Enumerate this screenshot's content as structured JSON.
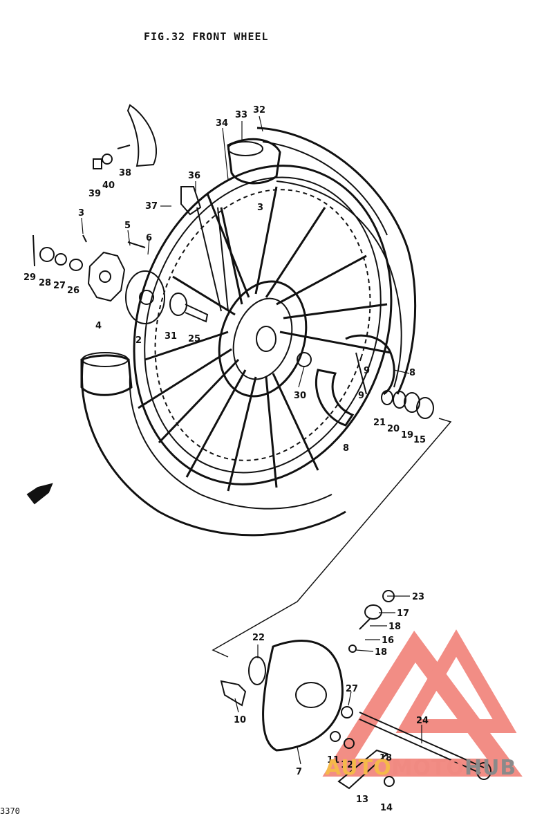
{
  "title": "FIG.32  FRONT WHEEL",
  "corner_code": "3370",
  "watermark": {
    "part1": "AUTO",
    "part2": "MOTO",
    "part3": "HUB"
  },
  "colors": {
    "line": "#111111",
    "watermark_red": "#f07a70",
    "watermark_yellow": "#f5b94a",
    "watermark_gray": "#8a8a8a"
  },
  "callouts": [
    {
      "id": "c34",
      "label": "34"
    },
    {
      "id": "c33",
      "label": "33"
    },
    {
      "id": "c32",
      "label": "32"
    },
    {
      "id": "c38",
      "label": "38"
    },
    {
      "id": "c39",
      "label": "39"
    },
    {
      "id": "c40",
      "label": "40"
    },
    {
      "id": "c36",
      "label": "36"
    },
    {
      "id": "c37",
      "label": "37"
    },
    {
      "id": "c3a",
      "label": "3"
    },
    {
      "id": "c3b",
      "label": "3"
    },
    {
      "id": "c5",
      "label": "5"
    },
    {
      "id": "c6",
      "label": "6"
    },
    {
      "id": "c29",
      "label": "29"
    },
    {
      "id": "c28",
      "label": "28"
    },
    {
      "id": "c27a",
      "label": "27"
    },
    {
      "id": "c26",
      "label": "26"
    },
    {
      "id": "c4",
      "label": "4"
    },
    {
      "id": "c2",
      "label": "2"
    },
    {
      "id": "c31",
      "label": "31"
    },
    {
      "id": "c25",
      "label": "25"
    },
    {
      "id": "c30",
      "label": "30"
    },
    {
      "id": "c9a",
      "label": "9"
    },
    {
      "id": "c9b",
      "label": "9"
    },
    {
      "id": "c8a",
      "label": "8"
    },
    {
      "id": "c8b",
      "label": "8"
    },
    {
      "id": "c21",
      "label": "21"
    },
    {
      "id": "c20",
      "label": "20"
    },
    {
      "id": "c19",
      "label": "19"
    },
    {
      "id": "c15",
      "label": "15"
    },
    {
      "id": "c23",
      "label": "23"
    },
    {
      "id": "c17",
      "label": "17"
    },
    {
      "id": "c18a",
      "label": "18"
    },
    {
      "id": "c16",
      "label": "16"
    },
    {
      "id": "c18b",
      "label": "18"
    },
    {
      "id": "c22",
      "label": "22"
    },
    {
      "id": "c27b",
      "label": "27"
    },
    {
      "id": "c24",
      "label": "24"
    },
    {
      "id": "c10",
      "label": "10"
    },
    {
      "id": "c11",
      "label": "11"
    },
    {
      "id": "c12",
      "label": "12"
    },
    {
      "id": "c18c",
      "label": "18"
    },
    {
      "id": "c7",
      "label": "7"
    },
    {
      "id": "c13",
      "label": "13"
    },
    {
      "id": "c14",
      "label": "14"
    }
  ]
}
